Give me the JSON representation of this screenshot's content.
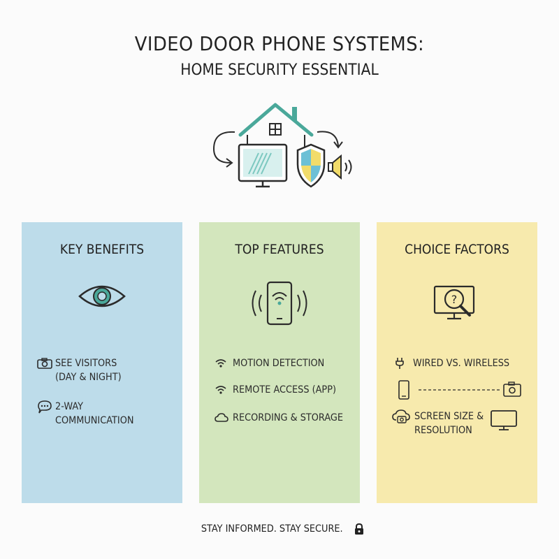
{
  "header": {
    "title": "VIDEO DOOR PHONE SYSTEMS:",
    "subtitle": "HOME SECURITY ESSENTIAL"
  },
  "panels": {
    "benefits": {
      "title": "KEY BENEFITS",
      "icon": "eye-icon",
      "color": "#bddcea",
      "items": [
        {
          "icon": "camera-icon",
          "line1": "SEE VISITORS",
          "line2": "(DAY & NIGHT)"
        },
        {
          "icon": "chat-bubble-icon",
          "line1": "2-WAY",
          "line2": "COMMUNICATION"
        }
      ]
    },
    "features": {
      "title": "TOP FEATURES",
      "icon": "smartphone-signal-icon",
      "color": "#d3e6bd",
      "items": [
        {
          "icon": "wifi-icon",
          "label": "MOTION DETECTION"
        },
        {
          "icon": "wifi-icon",
          "label": "REMOTE ACCESS (APP)"
        },
        {
          "icon": "cloud-icon",
          "label": "RECORDING & STORAGE"
        }
      ]
    },
    "factors": {
      "title": "CHOICE FACTORS",
      "icon": "monitor-magnifier-question-icon",
      "color": "#f7eaad",
      "items": [
        {
          "icon": "plug-icon",
          "label": "WIRED VS. WIRELESS"
        },
        {
          "icon": "phone-to-camera-icon",
          "label": ""
        },
        {
          "icon": "cloud-camera-icon",
          "line1": "SCREEN SIZE &",
          "line2": "RESOLUTION",
          "trailing_icon": "monitor-icon"
        }
      ]
    }
  },
  "footer": {
    "text": "STAY INFORMED. STAY SECURE.",
    "icon": "lock-icon"
  },
  "colors": {
    "teal": "#4aa89a",
    "shield_blue": "#6cc0d6",
    "shield_yellow": "#f2dc6a",
    "ink": "#2b2b2b"
  }
}
